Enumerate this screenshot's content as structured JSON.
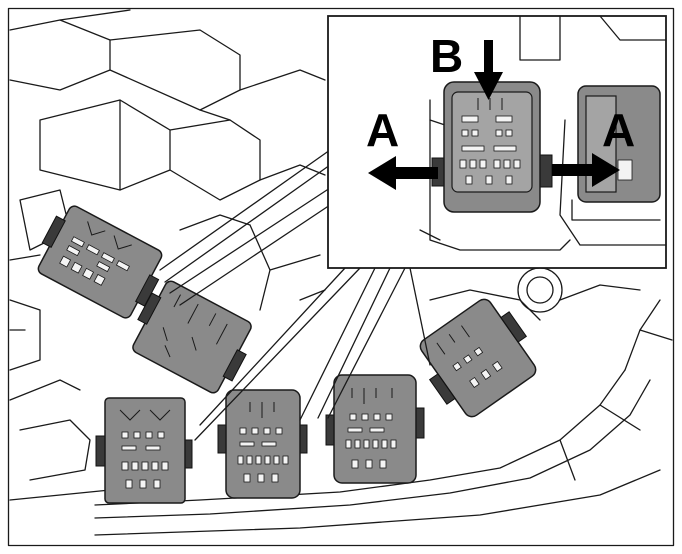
{
  "labels": {
    "arrow_left": "A",
    "arrow_right": "A",
    "arrow_top": "B"
  }
}
